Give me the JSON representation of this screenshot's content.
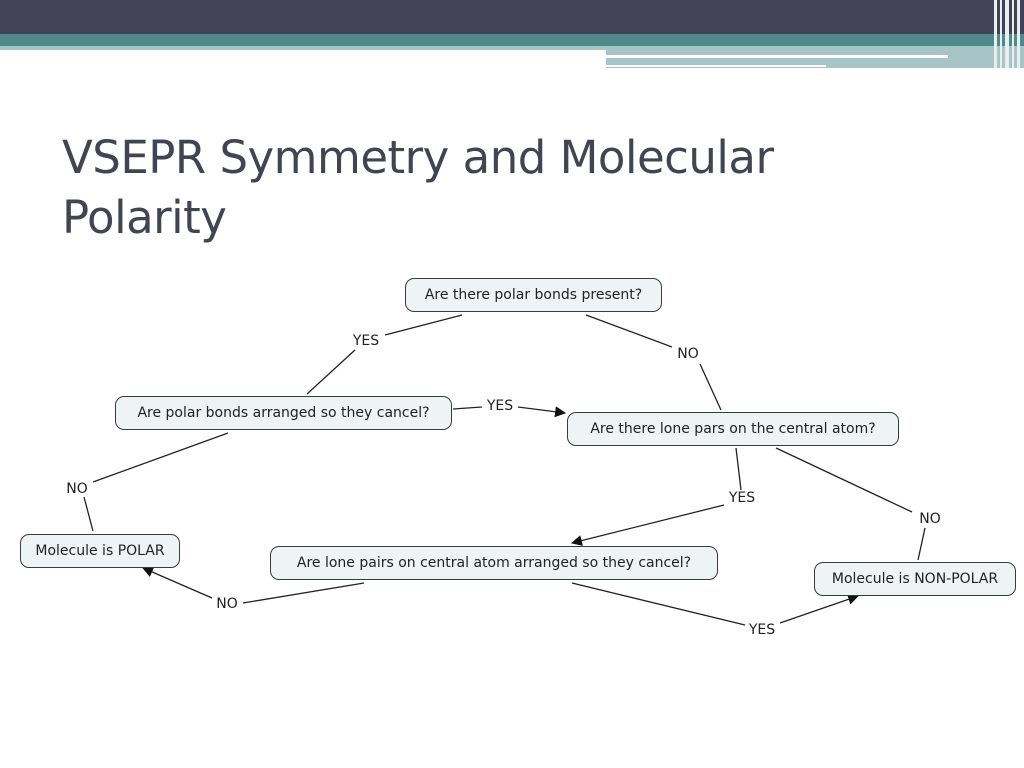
{
  "slide": {
    "title_line1": "VSEPR Symmetry and Molecular",
    "title_line2": "Polarity"
  },
  "diagram": {
    "nodes": {
      "polar_bonds_present": "Are there polar bonds present?",
      "polar_bonds_cancel": "Are polar bonds arranged so they cancel?",
      "lone_pairs_central": "Are there lone pars on the central atom?",
      "molecule_polar": "Molecule is POLAR",
      "lone_pairs_cancel": "Are lone pairs on central atom arranged so they cancel?",
      "molecule_nonpolar": "Molecule is NON-POLAR"
    },
    "labels": {
      "yes_top_left": "YES",
      "no_top_right": "NO",
      "yes_middle": "YES",
      "no_left": "NO",
      "yes_right_down": "YES",
      "no_right": "NO",
      "no_bottom_left": "NO",
      "yes_bottom_right": "YES"
    }
  },
  "colors": {
    "band_dark": "#424456",
    "band_teal": "#4f8a8b",
    "node_fill": "#eef3f4",
    "title": "#424456"
  }
}
